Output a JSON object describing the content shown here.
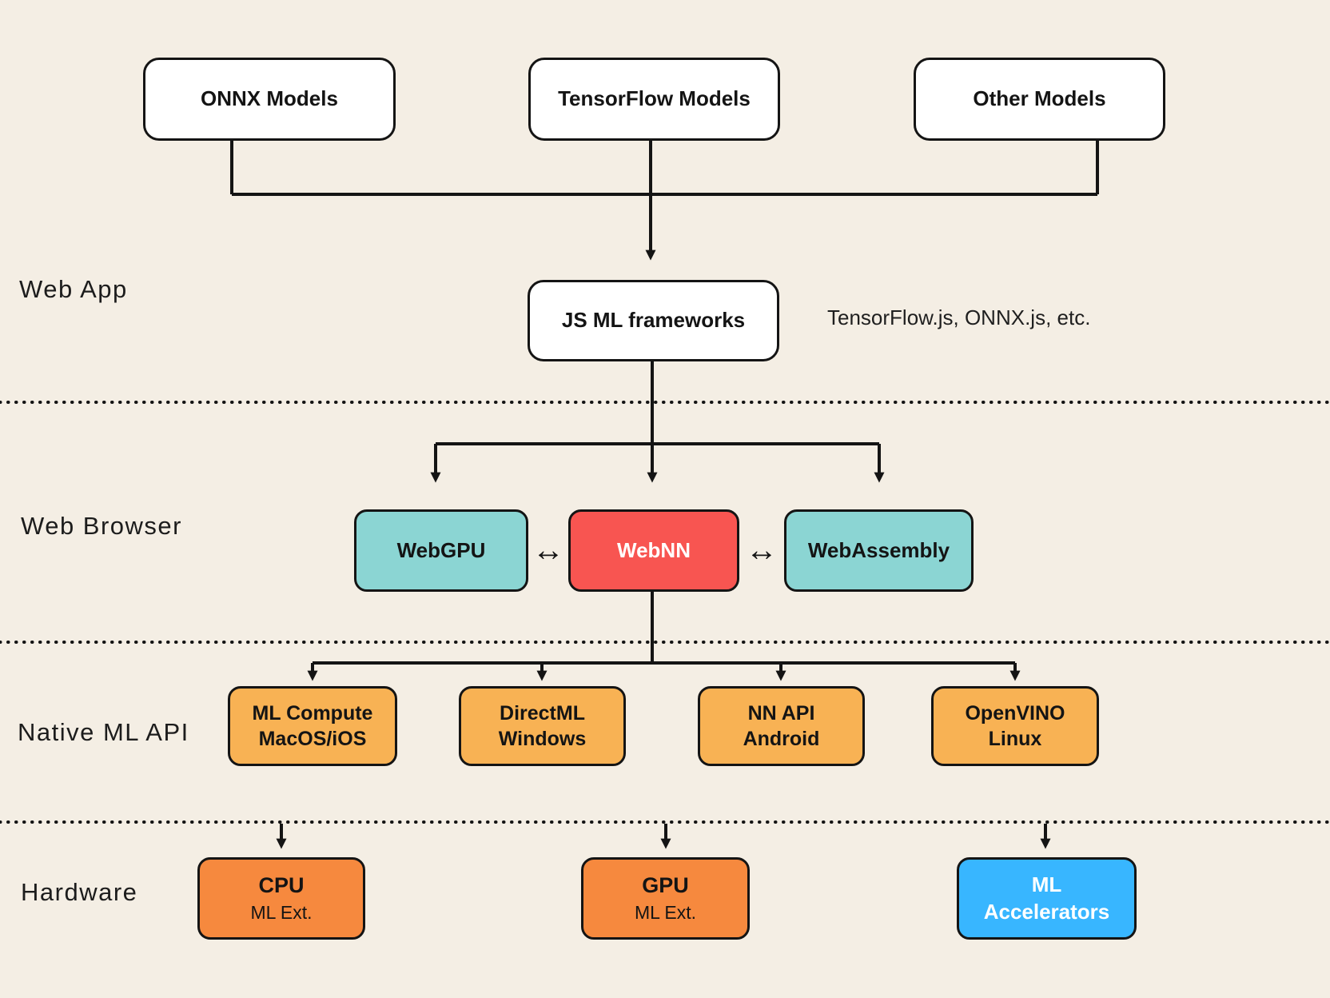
{
  "colors": {
    "background": "#F4EEE4",
    "box_white": "#FFFFFF",
    "teal": "#8BD5D3",
    "red": "#F85551",
    "orange_api": "#F8B254",
    "orange_hw": "#F6893E",
    "blue": "#38B6FF",
    "line": "#141414"
  },
  "section_labels": {
    "web_app": "Web App",
    "web_browser": "Web Browser",
    "native_ml_api": "Native ML API",
    "hardware": "Hardware"
  },
  "annotation": {
    "js_frameworks_note": "TensorFlow.js, ONNX.js, etc."
  },
  "icons": {
    "bidirectional_arrow": "↔"
  },
  "nodes": {
    "onnx_models": {
      "label": "ONNX Models"
    },
    "tensorflow_models": {
      "label": "TensorFlow Models"
    },
    "other_models": {
      "label": "Other Models"
    },
    "js_ml_frameworks": {
      "label": "JS ML frameworks"
    },
    "webgpu": {
      "label": "WebGPU"
    },
    "webnn": {
      "label": "WebNN"
    },
    "webassembly": {
      "label": "WebAssembly"
    },
    "ml_compute": {
      "line1": "ML Compute",
      "line2": "MacOS/iOS"
    },
    "directml": {
      "line1": "DirectML",
      "line2": "Windows"
    },
    "nn_api": {
      "line1": "NN API",
      "line2": "Android"
    },
    "openvino": {
      "line1": "OpenVINO",
      "line2": "Linux"
    },
    "cpu": {
      "line1": "CPU",
      "line2": "ML Ext."
    },
    "gpu": {
      "line1": "GPU",
      "line2": "ML Ext."
    },
    "ml_accelerators": {
      "line1": "ML",
      "line2": "Accelerators"
    }
  }
}
